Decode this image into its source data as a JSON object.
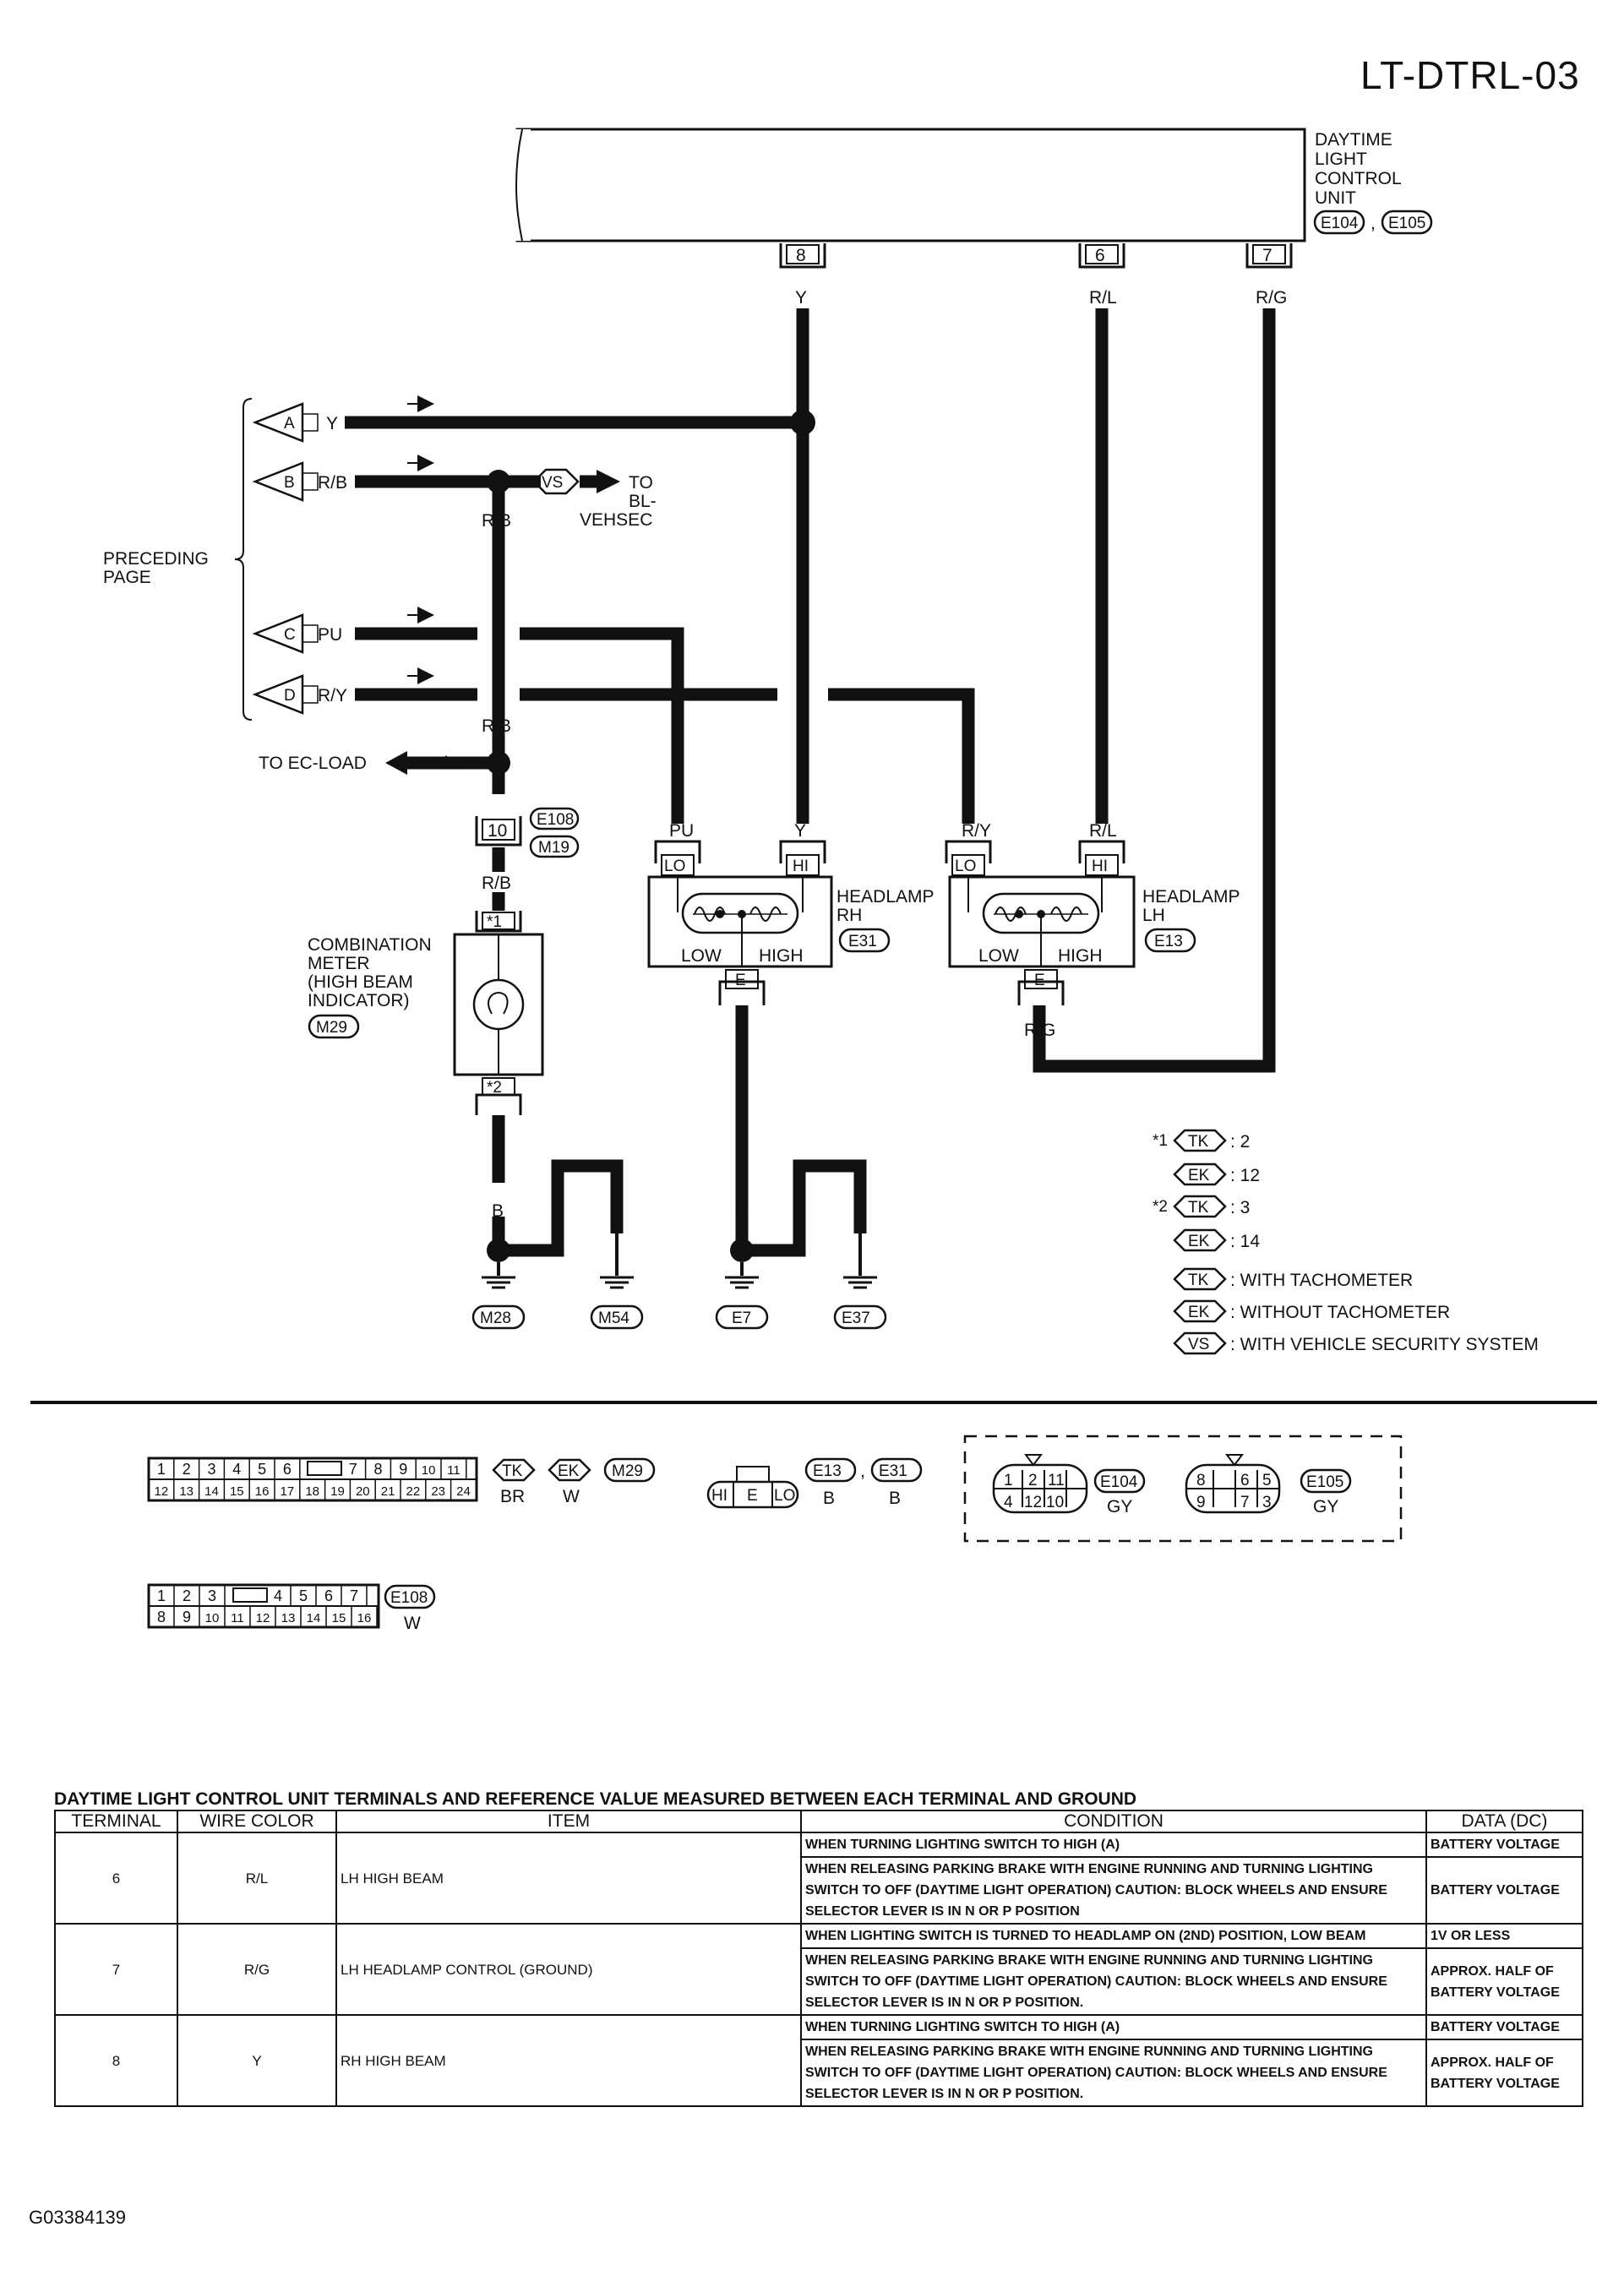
{
  "page_id": "LT-DTRL-03",
  "figure_id": "G03384139",
  "control_unit": {
    "label_lines": [
      "DAYTIME",
      "LIGHT",
      "CONTROL",
      "UNIT"
    ],
    "connectors": [
      "E104",
      "E105"
    ],
    "sep": ","
  },
  "terminals": {
    "t8": "8",
    "t6": "6",
    "t7": "7",
    "t10": "10",
    "lo": "LO",
    "hi": "HI",
    "e": "E",
    "m1": "*1",
    "m2": "*2"
  },
  "wires": {
    "y": "Y",
    "rl": "R/L",
    "rg": "R/G",
    "rb": "R/B",
    "pu": "PU",
    "ry": "R/Y",
    "b": "B"
  },
  "preceding": {
    "label_lines": [
      "PRECEDING",
      "PAGE"
    ],
    "markers": [
      "A",
      "B",
      "C",
      "D"
    ]
  },
  "to_blvehsec": {
    "option": "VS",
    "lines": [
      "TO",
      "BL-",
      "VEHSEC"
    ]
  },
  "to_ecload": "TO EC-LOAD",
  "junction_e108_m19": [
    "E108",
    "M19"
  ],
  "combination_meter": {
    "lines": [
      "COMBINATION",
      "METER",
      "(HIGH BEAM",
      "INDICATOR)"
    ],
    "connector": "M29"
  },
  "headlamp_rh": {
    "lines": [
      "HEADLAMP",
      "RH"
    ],
    "connector": "E31",
    "low": "LOW",
    "high": "HIGH"
  },
  "headlamp_lh": {
    "lines": [
      "HEADLAMP",
      "LH"
    ],
    "connector": "E13",
    "low": "LOW",
    "high": "HIGH"
  },
  "grounds": [
    "M28",
    "M54",
    "E7",
    "E37"
  ],
  "notes": {
    "n1": "*1",
    "n2": "*2",
    "tk": "TK",
    "ek": "EK",
    "vs": "VS",
    "n1_tk": ": 2",
    "n1_ek": ": 12",
    "n2_tk": ": 3",
    "n2_ek": ": 14",
    "leg_tk": ": WITH TACHOMETER",
    "leg_ek": ": WITHOUT TACHOMETER",
    "leg_vs": ": WITH VEHICLE SECURITY SYSTEM"
  },
  "connectors_view": {
    "m29": {
      "row1": [
        "1",
        "2",
        "3",
        "4",
        "5",
        "6",
        "7",
        "8",
        "9",
        "10",
        "11"
      ],
      "row2": [
        "12",
        "13",
        "14",
        "15",
        "16",
        "17",
        "18",
        "19",
        "20",
        "21",
        "22",
        "23",
        "24"
      ],
      "tk": "TK",
      "ek": "EK",
      "tk_color": "BR",
      "ek_color": "W",
      "name": "M29"
    },
    "e13e31": {
      "hi": "HI",
      "e": "E",
      "lo": "LO",
      "names": [
        "E13",
        "E31"
      ],
      "sep": ",",
      "colors": [
        "B",
        "B"
      ]
    },
    "e104": {
      "row1": [
        "1",
        "2",
        "11"
      ],
      "row2": [
        "4",
        "12",
        "10"
      ],
      "name": "E104",
      "color": "GY"
    },
    "e105": {
      "row1": [
        "8",
        "6",
        "5"
      ],
      "row2": [
        "9",
        "7",
        "3"
      ],
      "name": "E105",
      "color": "GY"
    },
    "e108": {
      "row1": [
        "1",
        "2",
        "3",
        "4",
        "5",
        "6",
        "7"
      ],
      "row2": [
        "8",
        "9",
        "10",
        "11",
        "12",
        "13",
        "14",
        "15",
        "16"
      ],
      "name": "E108",
      "color": "W"
    }
  },
  "ref_table": {
    "caption": "DAYTIME LIGHT CONTROL UNIT TERMINALS AND REFERENCE VALUE MEASURED BETWEEN EACH TERMINAL AND GROUND",
    "headers": [
      "TERMINAL",
      "WIRE COLOR",
      "ITEM",
      "CONDITION",
      "DATA (DC)"
    ],
    "rows": [
      {
        "terminal": "6",
        "wire": "R/L",
        "item": "LH HIGH BEAM",
        "conds": [
          {
            "condition": "WHEN TURNING LIGHTING SWITCH TO HIGH (A)",
            "data": "BATTERY VOLTAGE"
          },
          {
            "condition": "WHEN RELEASING PARKING BRAKE WITH ENGINE RUNNING AND TURNING LIGHTING SWITCH TO OFF (DAYTIME LIGHT OPERATION) CAUTION: BLOCK WHEELS AND ENSURE SELECTOR LEVER IS IN N OR P POSITION",
            "data": "BATTERY VOLTAGE"
          }
        ]
      },
      {
        "terminal": "7",
        "wire": "R/G",
        "item": "LH HEADLAMP CONTROL (GROUND)",
        "conds": [
          {
            "condition": "WHEN LIGHTING SWITCH IS TURNED TO HEADLAMP ON (2ND) POSITION, LOW BEAM",
            "data": "1V OR LESS"
          },
          {
            "condition": "WHEN RELEASING PARKING BRAKE WITH ENGINE RUNNING AND TURNING LIGHTING SWITCH TO OFF (DAYTIME LIGHT OPERATION) CAUTION: BLOCK WHEELS AND ENSURE SELECTOR LEVER IS IN N OR P POSITION.",
            "data": "APPROX. HALF OF BATTERY VOLTAGE"
          }
        ]
      },
      {
        "terminal": "8",
        "wire": "Y",
        "item": "RH HIGH BEAM",
        "conds": [
          {
            "condition": "WHEN TURNING LIGHTING SWITCH TO HIGH (A)",
            "data": "BATTERY VOLTAGE"
          },
          {
            "condition": "WHEN RELEASING PARKING BRAKE WITH ENGINE RUNNING AND TURNING LIGHTING SWITCH TO OFF (DAYTIME LIGHT OPERATION) CAUTION: BLOCK WHEELS AND ENSURE SELECTOR LEVER IS IN N OR P POSITION.",
            "data": "APPROX. HALF OF BATTERY VOLTAGE"
          }
        ]
      }
    ]
  }
}
